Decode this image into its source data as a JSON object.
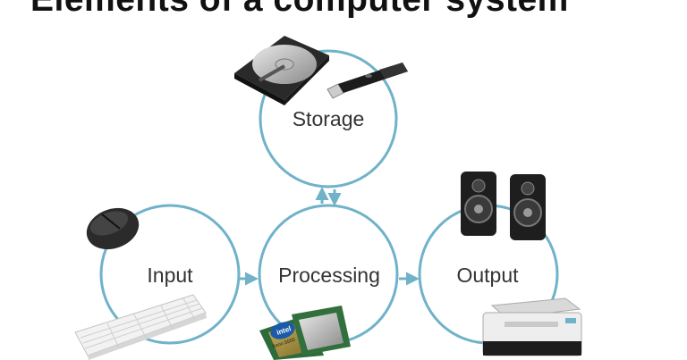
{
  "title": "Elements of a computer system",
  "nodes": {
    "storage": "Storage",
    "input": "Input",
    "processing": "Processing",
    "output": "Output"
  },
  "colors": {
    "ring": "#6fb2c9",
    "arrow": "#6fb2c9",
    "title": "#111111"
  },
  "icons": {
    "storage": [
      "hard-drive-icon",
      "usb-flash-drive-icon"
    ],
    "input": [
      "mouse-icon",
      "keyboard-icon"
    ],
    "processing": [
      "cpu-chip-icon"
    ],
    "output": [
      "speakers-icon",
      "printer-icon"
    ]
  },
  "cpu_chip_text": [
    "intel",
    "Xeon 5500"
  ]
}
